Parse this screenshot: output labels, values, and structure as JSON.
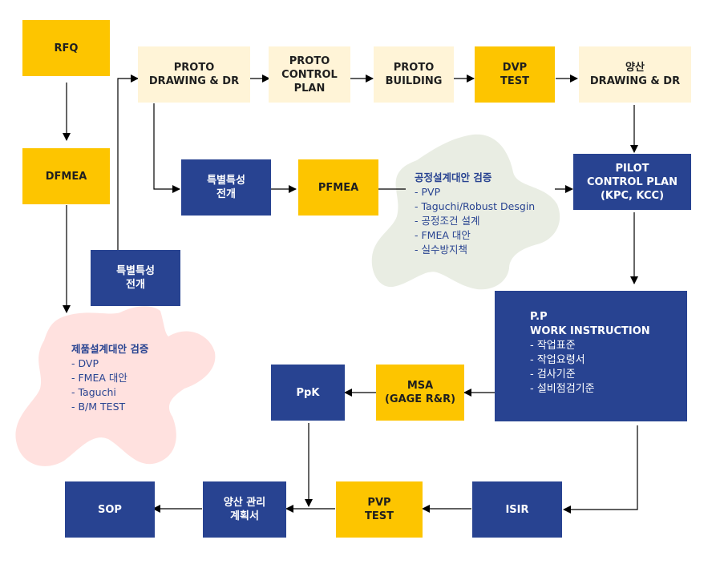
{
  "colors": {
    "yellow": "#fdc500",
    "cream": "#fff4d7",
    "navy": "#284391",
    "pink_blob": "#ffe1df",
    "green_blob": "#e9ede3",
    "arrow": "#000000"
  },
  "boxes": {
    "rfq": "RFQ",
    "dfmea": "DFMEA",
    "proto_drawing": "PROTO\nDRAWING & DR",
    "proto_control_plan": "PROTO\nCONTROL\nPLAN",
    "proto_building": "PROTO\nBUILDING",
    "dvp_test": "DVP\nTEST",
    "mass_drawing": "양산\nDRAWING & DR",
    "special_char_top": "특별특성\n전개",
    "pfmea": "PFMEA",
    "pilot_control_plan": "PILOT\nCONTROL PLAN\n(KPC, KCC)",
    "special_char_left": "특별특성\n전개",
    "ppk": "PpK",
    "msa": "MSA\n(GAGE R&R)",
    "sop": "SOP",
    "mass_mgmt_plan": "양산 관리\n계획서",
    "pvp_test": "PVP\nTEST",
    "isir": "ISIR"
  },
  "work_instruction": {
    "title1": "P.P",
    "title2": "WORK INSTRUCTION",
    "items": [
      "- 작업표준",
      "- 작업요령서",
      "- 검사기준",
      "- 설비점검기준"
    ]
  },
  "process_verification": {
    "title": "공정설계대안 검증",
    "items": [
      "- PVP",
      "- Taguchi/Robust Desgin",
      "- 공정조건 설계",
      "- FMEA 대안",
      "- 실수방지책"
    ]
  },
  "product_verification": {
    "title": "제품설계대안 검증",
    "items": [
      "- DVP",
      "- FMEA 대안",
      "- Taguchi",
      "- B/M TEST"
    ]
  }
}
